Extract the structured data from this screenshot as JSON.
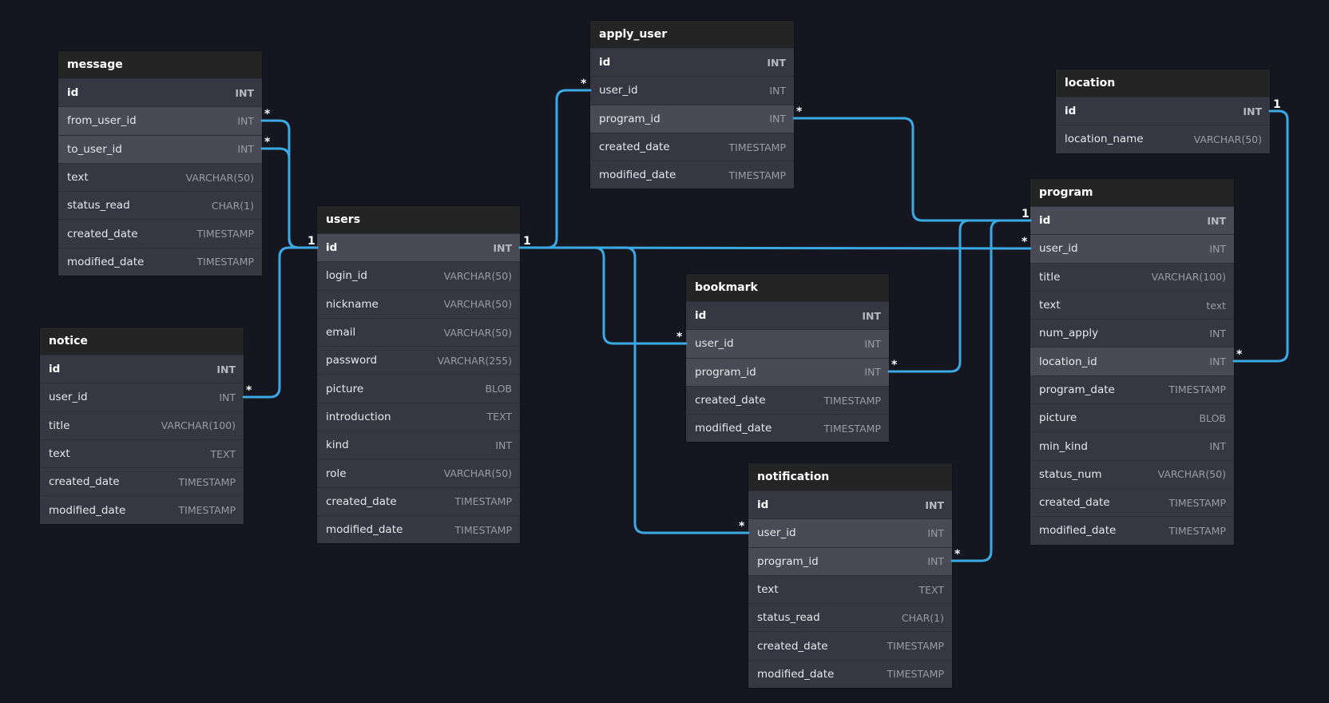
{
  "tables": [
    {
      "key": "message",
      "name": "message",
      "fields": [
        {
          "name": "id",
          "type": "INT",
          "pk": true,
          "hl": false
        },
        {
          "name": "from_user_id",
          "type": "INT",
          "pk": false,
          "hl": true
        },
        {
          "name": "to_user_id",
          "type": "INT",
          "pk": false,
          "hl": true
        },
        {
          "name": "text",
          "type": "VARCHAR(50)",
          "pk": false,
          "hl": false
        },
        {
          "name": "status_read",
          "type": "CHAR(1)",
          "pk": false,
          "hl": false
        },
        {
          "name": "created_date",
          "type": "TIMESTAMP",
          "pk": false,
          "hl": false
        },
        {
          "name": "modified_date",
          "type": "TIMESTAMP",
          "pk": false,
          "hl": false
        }
      ]
    },
    {
      "key": "notice",
      "name": "notice",
      "fields": [
        {
          "name": "id",
          "type": "INT",
          "pk": true,
          "hl": false
        },
        {
          "name": "user_id",
          "type": "INT",
          "pk": false,
          "hl": false
        },
        {
          "name": "title",
          "type": "VARCHAR(100)",
          "pk": false,
          "hl": false
        },
        {
          "name": "text",
          "type": "TEXT",
          "pk": false,
          "hl": false
        },
        {
          "name": "created_date",
          "type": "TIMESTAMP",
          "pk": false,
          "hl": false
        },
        {
          "name": "modified_date",
          "type": "TIMESTAMP",
          "pk": false,
          "hl": false
        }
      ]
    },
    {
      "key": "users",
      "name": "users",
      "fields": [
        {
          "name": "id",
          "type": "INT",
          "pk": true,
          "hl": true
        },
        {
          "name": "login_id",
          "type": "VARCHAR(50)",
          "pk": false,
          "hl": false
        },
        {
          "name": "nickname",
          "type": "VARCHAR(50)",
          "pk": false,
          "hl": false
        },
        {
          "name": "email",
          "type": "VARCHAR(50)",
          "pk": false,
          "hl": false
        },
        {
          "name": "password",
          "type": "VARCHAR(255)",
          "pk": false,
          "hl": false
        },
        {
          "name": "picture",
          "type": "BLOB",
          "pk": false,
          "hl": false
        },
        {
          "name": "introduction",
          "type": "TEXT",
          "pk": false,
          "hl": false
        },
        {
          "name": "kind",
          "type": "INT",
          "pk": false,
          "hl": false
        },
        {
          "name": "role",
          "type": "VARCHAR(50)",
          "pk": false,
          "hl": false
        },
        {
          "name": "created_date",
          "type": "TIMESTAMP",
          "pk": false,
          "hl": false
        },
        {
          "name": "modified_date",
          "type": "TIMESTAMP",
          "pk": false,
          "hl": false
        }
      ]
    },
    {
      "key": "apply_user",
      "name": "apply_user",
      "fields": [
        {
          "name": "id",
          "type": "INT",
          "pk": true,
          "hl": false
        },
        {
          "name": "user_id",
          "type": "INT",
          "pk": false,
          "hl": false
        },
        {
          "name": "program_id",
          "type": "INT",
          "pk": false,
          "hl": true
        },
        {
          "name": "created_date",
          "type": "TIMESTAMP",
          "pk": false,
          "hl": false
        },
        {
          "name": "modified_date",
          "type": "TIMESTAMP",
          "pk": false,
          "hl": false
        }
      ]
    },
    {
      "key": "bookmark",
      "name": "bookmark",
      "fields": [
        {
          "name": "id",
          "type": "INT",
          "pk": true,
          "hl": false
        },
        {
          "name": "user_id",
          "type": "INT",
          "pk": false,
          "hl": true
        },
        {
          "name": "program_id",
          "type": "INT",
          "pk": false,
          "hl": true
        },
        {
          "name": "created_date",
          "type": "TIMESTAMP",
          "pk": false,
          "hl": false
        },
        {
          "name": "modified_date",
          "type": "TIMESTAMP",
          "pk": false,
          "hl": false
        }
      ]
    },
    {
      "key": "notification",
      "name": "notification",
      "fields": [
        {
          "name": "id",
          "type": "INT",
          "pk": true,
          "hl": false
        },
        {
          "name": "user_id",
          "type": "INT",
          "pk": false,
          "hl": true
        },
        {
          "name": "program_id",
          "type": "INT",
          "pk": false,
          "hl": true
        },
        {
          "name": "text",
          "type": "TEXT",
          "pk": false,
          "hl": false
        },
        {
          "name": "status_read",
          "type": "CHAR(1)",
          "pk": false,
          "hl": false
        },
        {
          "name": "created_date",
          "type": "TIMESTAMP",
          "pk": false,
          "hl": false
        },
        {
          "name": "modified_date",
          "type": "TIMESTAMP",
          "pk": false,
          "hl": false
        }
      ]
    },
    {
      "key": "location",
      "name": "location",
      "fields": [
        {
          "name": "id",
          "type": "INT",
          "pk": true,
          "hl": false
        },
        {
          "name": "location_name",
          "type": "VARCHAR(50)",
          "pk": false,
          "hl": false
        }
      ]
    },
    {
      "key": "program",
      "name": "program",
      "fields": [
        {
          "name": "id",
          "type": "INT",
          "pk": true,
          "hl": true
        },
        {
          "name": "user_id",
          "type": "INT",
          "pk": false,
          "hl": true
        },
        {
          "name": "title",
          "type": "VARCHAR(100)",
          "pk": false,
          "hl": false
        },
        {
          "name": "text",
          "type": "text",
          "pk": false,
          "hl": false
        },
        {
          "name": "num_apply",
          "type": "INT",
          "pk": false,
          "hl": false
        },
        {
          "name": "location_id",
          "type": "INT",
          "pk": false,
          "hl": true
        },
        {
          "name": "program_date",
          "type": "TIMESTAMP",
          "pk": false,
          "hl": false
        },
        {
          "name": "picture",
          "type": "BLOB",
          "pk": false,
          "hl": false
        },
        {
          "name": "min_kind",
          "type": "INT",
          "pk": false,
          "hl": false
        },
        {
          "name": "status_num",
          "type": "VARCHAR(50)",
          "pk": false,
          "hl": false
        },
        {
          "name": "created_date",
          "type": "TIMESTAMP",
          "pk": false,
          "hl": false
        },
        {
          "name": "modified_date",
          "type": "TIMESTAMP",
          "pk": false,
          "hl": false
        }
      ]
    }
  ],
  "relations": [
    {
      "from_table": "message",
      "from_field": "from_user_id",
      "from_card": "*",
      "to_table": "users",
      "to_field": "id",
      "to_card": "1"
    },
    {
      "from_table": "message",
      "from_field": "to_user_id",
      "from_card": "*",
      "to_table": "users",
      "to_field": "id",
      "to_card": "1"
    },
    {
      "from_table": "notice",
      "from_field": "user_id",
      "from_card": "*",
      "to_table": "users",
      "to_field": "id",
      "to_card": "1"
    },
    {
      "from_table": "apply_user",
      "from_field": "user_id",
      "from_card": "*",
      "to_table": "users",
      "to_field": "id",
      "to_card": "1"
    },
    {
      "from_table": "apply_user",
      "from_field": "program_id",
      "from_card": "*",
      "to_table": "program",
      "to_field": "id",
      "to_card": "1"
    },
    {
      "from_table": "bookmark",
      "from_field": "user_id",
      "from_card": "*",
      "to_table": "users",
      "to_field": "id",
      "to_card": "1"
    },
    {
      "from_table": "bookmark",
      "from_field": "program_id",
      "from_card": "*",
      "to_table": "program",
      "to_field": "id",
      "to_card": "1"
    },
    {
      "from_table": "notification",
      "from_field": "user_id",
      "from_card": "*",
      "to_table": "users",
      "to_field": "id",
      "to_card": "1"
    },
    {
      "from_table": "notification",
      "from_field": "program_id",
      "from_card": "*",
      "to_table": "program",
      "to_field": "id",
      "to_card": "1"
    },
    {
      "from_table": "program",
      "from_field": "user_id",
      "from_card": "*",
      "to_table": "users",
      "to_field": "id",
      "to_card": "1"
    },
    {
      "from_table": "program",
      "from_field": "location_id",
      "from_card": "*",
      "to_table": "location",
      "to_field": "id",
      "to_card": "1"
    }
  ],
  "colors": {
    "background": "#151620",
    "link": "#3aa9e4",
    "header": "#242424",
    "row": "#363742",
    "row_highlight": "#494a55"
  }
}
